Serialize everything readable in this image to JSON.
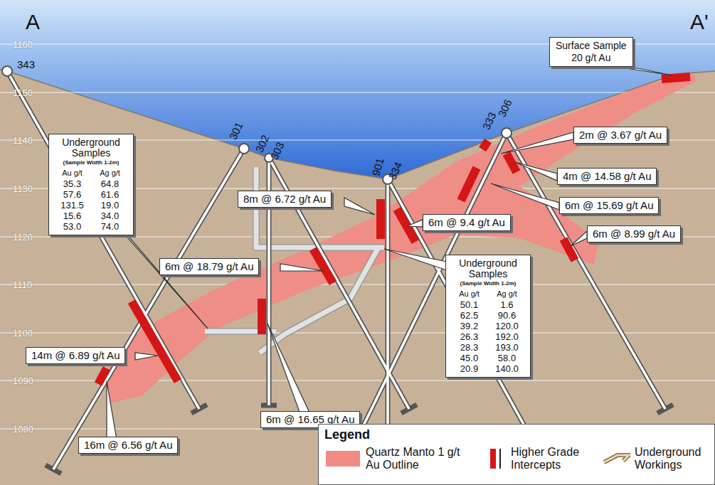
{
  "diagram": {
    "nodes": [
      {
        "text": [
          "Surface Sample",
          "20 g/t Au"
        ]
      },
      {
        "text": [
          "2m @ 3.67 g/t Au"
        ]
      },
      {
        "text": [
          "Underground Samples",
          "(Sample Width 1-2m)",
          "Au g/t",
          "Ag g/t",
          "35.3",
          "64.8",
          "57.6",
          "61.6",
          "131.5",
          "19.0",
          "15.6",
          "34.0",
          "53.0",
          "74.0"
        ]
      },
      {
        "text": [
          "4m @ 14.58 g/t Au"
        ]
      },
      {
        "text": [
          "8m @ 6.72 g/t Au"
        ]
      },
      {
        "text": [
          "6m @ 15.69 g/t Au"
        ]
      },
      {
        "text": [
          "6m @ 9.4 g/t Au"
        ]
      },
      {
        "text": [
          "6m @ 8.99 g/t Au"
        ]
      },
      {
        "text": [
          "6m @ 18.79 g/t Au"
        ]
      },
      {
        "text": [
          "Underground Samples",
          "(Sample Width 1-2m)",
          "Au g/t",
          "Ag g/t",
          "50.1",
          "1.6",
          "62.5",
          "90.6",
          "39.2",
          "120.0",
          "26.3",
          "192.0",
          "28.3",
          "193.0",
          "45.0",
          "58.0",
          "20.9",
          "140.0"
        ]
      },
      {
        "text": [
          "14m @ 6.89 g/t Au"
        ]
      },
      {
        "text": [
          "6m @ 16.65 g/t Au"
        ]
      },
      {
        "text": [
          "16m @ 6.56 g/t Au"
        ]
      },
      {
        "text": [
          "Legend"
        ]
      }
    ],
    "labels": [
      "A",
      "A'",
      "1160",
      "1150",
      "1140",
      "1130",
      "1120",
      "1110",
      "1100",
      "1090",
      "1080",
      "343",
      "301",
      "302",
      "303",
      "901",
      "334",
      "333",
      "306"
    ],
    "legend": [
      {
        "text": "Quartz Manto 1 g/t Au Outline",
        "color": "#f28a86"
      },
      {
        "text": "Higher Grade Intercepts"
      },
      {
        "text": "Underground Workings"
      }
    ]
  }
}
